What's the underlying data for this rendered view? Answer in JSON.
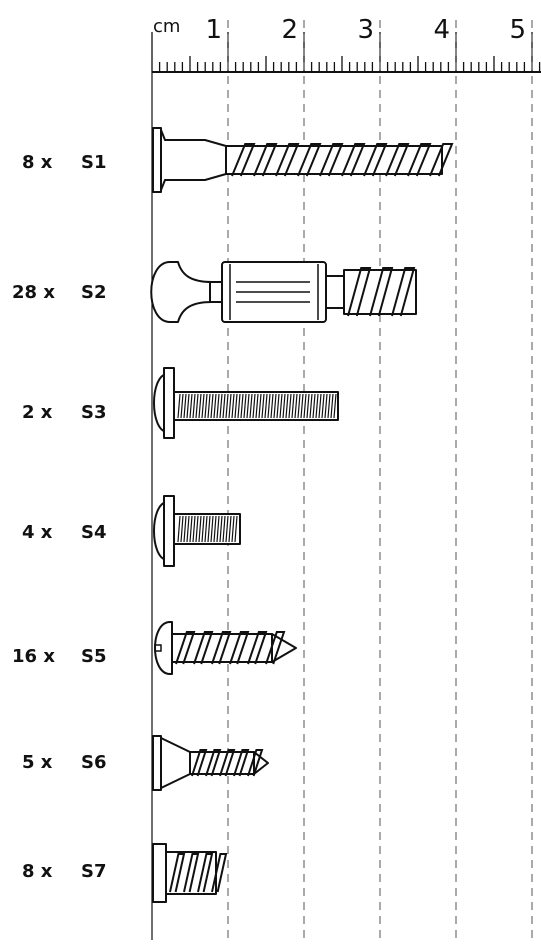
{
  "ruler": {
    "unit_label": "cm",
    "marks": [
      "1",
      "2",
      "3",
      "4",
      "5"
    ]
  },
  "parts": [
    {
      "quantity": "8 x",
      "code": "S1",
      "icon": "countersunk-cam-bolt-icon"
    },
    {
      "quantity": "28 x",
      "code": "S2",
      "icon": "dowel-connector-screw-icon"
    },
    {
      "quantity": "2 x",
      "code": "S3",
      "icon": "long-machine-screw-icon"
    },
    {
      "quantity": "4 x",
      "code": "S4",
      "icon": "short-machine-screw-icon"
    },
    {
      "quantity": "16 x",
      "code": "S5",
      "icon": "pan-head-wood-screw-icon"
    },
    {
      "quantity": "5 x",
      "code": "S6",
      "icon": "countersunk-wood-screw-icon"
    },
    {
      "quantity": "8 x",
      "code": "S7",
      "icon": "threaded-insert-icon"
    }
  ]
}
